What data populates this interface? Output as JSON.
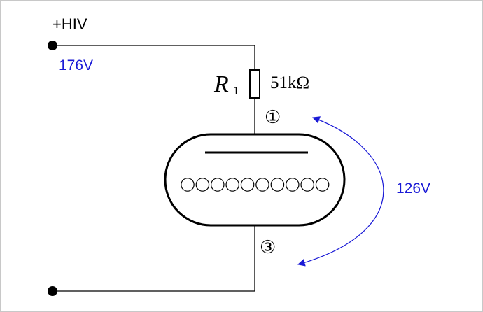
{
  "supply_label": "+HIV",
  "supply_voltage": "176V",
  "resistor": {
    "symbol": "R",
    "subscript": "1",
    "value": "51kΩ"
  },
  "pin_top": "①",
  "pin_bottom": "③",
  "tube_voltage": "126V",
  "colors": {
    "wire": "#000000",
    "annotation": "#1a1ad6",
    "border": "#c8c8c8"
  },
  "heater_circle_count": 10
}
